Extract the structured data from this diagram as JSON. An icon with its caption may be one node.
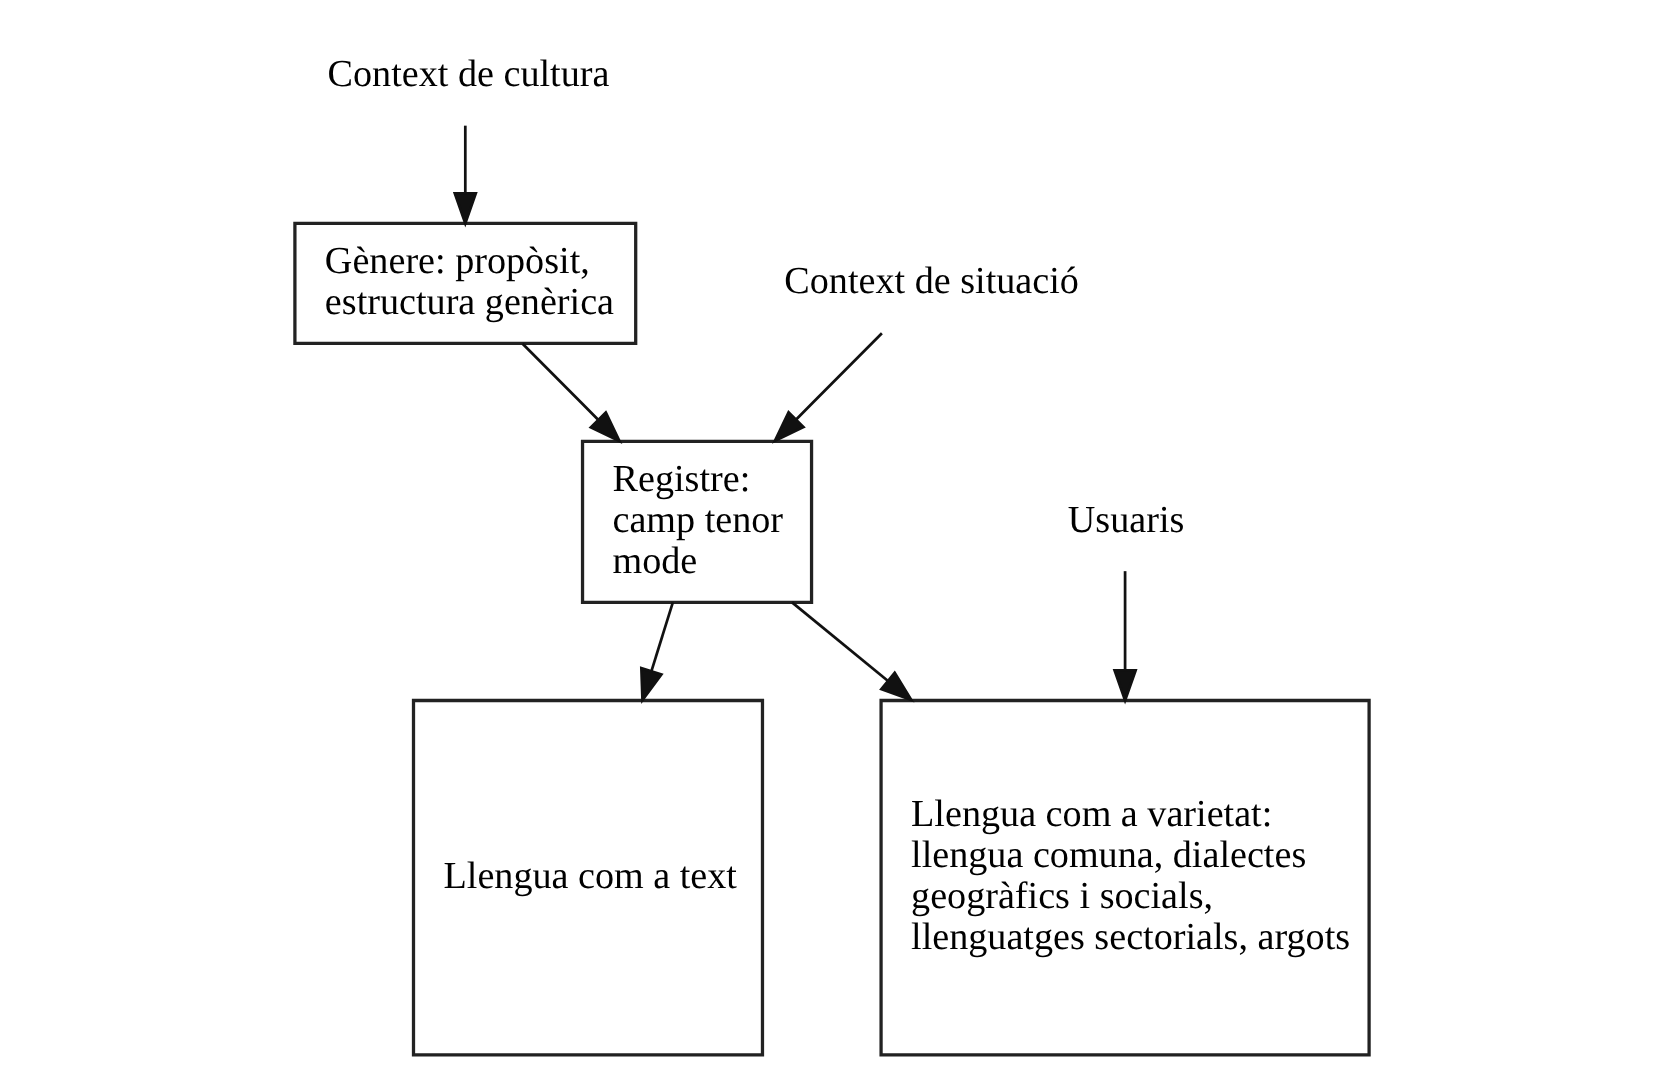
{
  "diagram": {
    "nodes": [
      {
        "text": [
          "Context de cultura"
        ]
      },
      {
        "text": [
          "Gènere: propòsit, estructura genèrica"
        ]
      },
      {
        "text": [
          "Context de situació"
        ]
      },
      {
        "text": [
          "Registre: camp tenor mode"
        ]
      },
      {
        "text": [
          "Usuaris"
        ]
      },
      {
        "text": [
          "Llengua com a text"
        ]
      },
      {
        "text": [
          "Llengua com a varietat:",
          "llengua comuna, dialectes geogràfics i socials, llenguatges sectorials, argots"
        ]
      }
    ],
    "edges": [
      {
        "from": 0,
        "to": 1,
        "arrow": "to"
      },
      {
        "from": 1,
        "to": 3,
        "arrow": "to"
      },
      {
        "from": 2,
        "to": 3,
        "arrow": "to"
      },
      {
        "from": 3,
        "to": 5,
        "arrow": "to"
      },
      {
        "from": 3,
        "to": 6,
        "arrow": "to"
      },
      {
        "from": 4,
        "to": 6,
        "arrow": "to"
      }
    ]
  }
}
